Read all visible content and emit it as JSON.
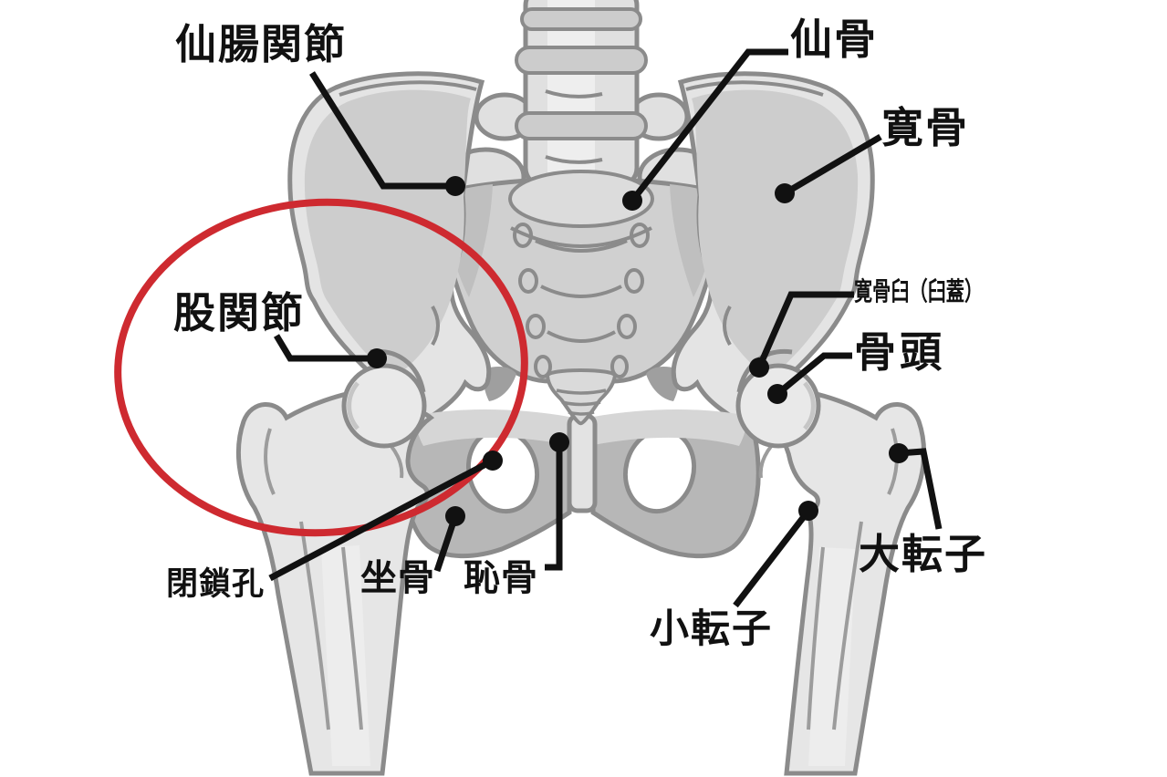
{
  "figure": {
    "type": "anatomical-diagram",
    "subject": "pelvis and hip joint (front view)",
    "background_color": "#ffffff",
    "outline_color": "#8b8b8b",
    "leader_color": "#111111",
    "highlight_color": "#ce2a30",
    "highlight_shape": "ellipse around left hip joint"
  },
  "labels": [
    {
      "id": "sacroiliac-joint",
      "text": "仙腸関節"
    },
    {
      "id": "sacrum",
      "text": "仙骨"
    },
    {
      "id": "hip-bone",
      "text": "寛骨"
    },
    {
      "id": "acetabulum",
      "text": "寛骨臼（臼蓋）"
    },
    {
      "id": "femoral-head",
      "text": "骨頭"
    },
    {
      "id": "hip-joint",
      "text": "股関節"
    },
    {
      "id": "obturator-foramen",
      "text": "閉鎖孔"
    },
    {
      "id": "ischium",
      "text": "坐骨"
    },
    {
      "id": "pubis",
      "text": "恥骨"
    },
    {
      "id": "lesser-trochanter",
      "text": "小転子"
    },
    {
      "id": "greater-trochanter",
      "text": "大転子"
    }
  ]
}
